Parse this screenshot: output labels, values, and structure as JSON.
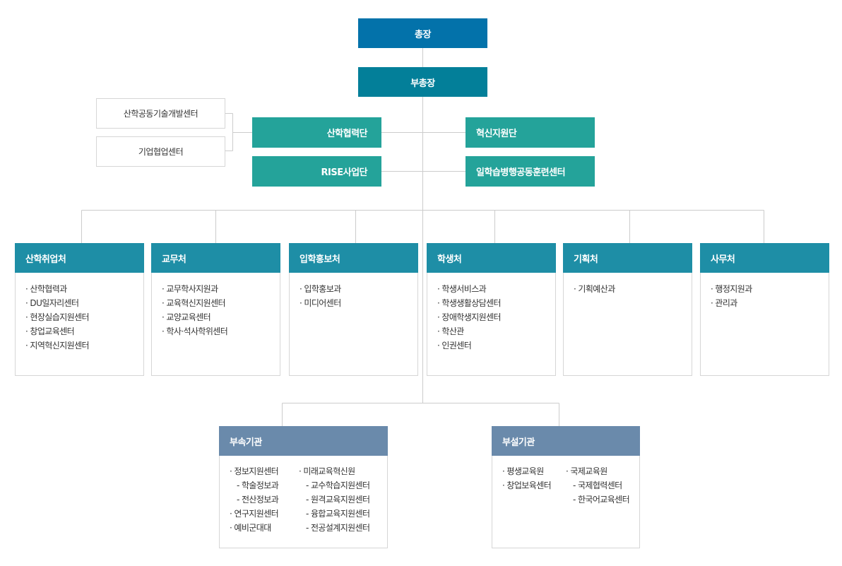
{
  "colors": {
    "president": "#0372aa",
    "vice_president": "#037f99",
    "center_box": "#24a39a",
    "department_header": "#1e8ea6",
    "affiliated_header": "#6a8aab",
    "line": "#cccccc"
  },
  "president": {
    "label": "총장"
  },
  "vice_president": {
    "label": "부총장"
  },
  "side_units": [
    {
      "label": "산학공동기술개발센터"
    },
    {
      "label": "기업협업센터"
    }
  ],
  "left_units": [
    {
      "label": "산학협력단"
    },
    {
      "label": "RISE사업단"
    }
  ],
  "right_units": [
    {
      "label": "혁신지원단"
    },
    {
      "label": "일학습병행공동훈련센터"
    }
  ],
  "departments": [
    {
      "title": "산학취업처",
      "items": [
        "· 산학협력과",
        "· DU일자리센터",
        "· 현장실습지원센터",
        "· 창업교육센터",
        "· 지역혁신지원센터"
      ]
    },
    {
      "title": "교무처",
      "items": [
        "· 교무학사지원과",
        "· 교육혁신지원센터",
        "· 교양교육센터",
        "· 학사·석사학위센터"
      ]
    },
    {
      "title": "입학홍보처",
      "items": [
        "· 입학홍보과",
        "· 미디어센터"
      ]
    },
    {
      "title": "학생처",
      "items": [
        "· 학생서비스과",
        "· 학생생활상담센터",
        "· 장애학생지원센터",
        "· 학산관",
        "· 인권센터"
      ]
    },
    {
      "title": "기획처",
      "items": [
        "· 기획예산과"
      ]
    },
    {
      "title": "사무처",
      "items": [
        "· 행정지원과",
        "· 관리과"
      ]
    }
  ],
  "affiliated": {
    "title": "부속기관",
    "col1": [
      "· 정보지원센터",
      "- 학술정보과",
      "- 전산정보과",
      "· 연구지원센터",
      "· 예비군대대"
    ],
    "col2": [
      "· 미래교육혁신원",
      "- 교수학습지원센터",
      "- 원격교육지원센터",
      "- 융합교육지원센터",
      "- 전공설계지원센터"
    ]
  },
  "attached": {
    "title": "부설기관",
    "col1": [
      "· 평생교육원",
      "· 창업보육센터"
    ],
    "col2": [
      "· 국제교육원",
      "- 국제협력센터",
      "- 한국어교육센터"
    ]
  }
}
